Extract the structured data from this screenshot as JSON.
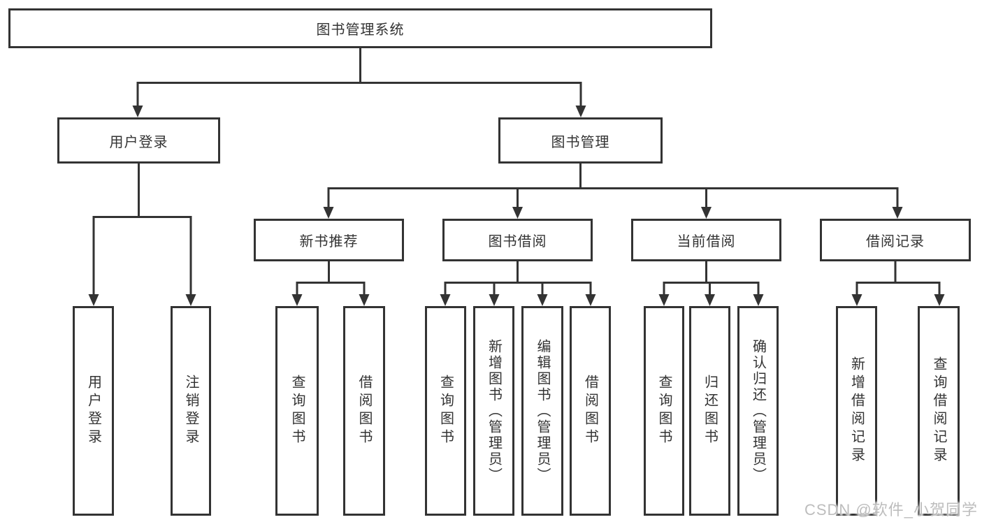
{
  "diagram": {
    "root": "图书管理系统",
    "level2": [
      "用户登录",
      "图书管理"
    ],
    "level3": [
      "新书推荐",
      "图书借阅",
      "当前借阅",
      "借阅记录"
    ],
    "leaves_user_login": [
      "用户登录",
      "注销登录"
    ],
    "leaves_new_book": [
      "查询图书",
      "借阅图书"
    ],
    "leaves_book_borrow": [
      "查询图书",
      "新增图书（管理员）",
      "编辑图书（管理员）",
      "借阅图书"
    ],
    "leaves_current_borrow": [
      "查询图书",
      "归还图书",
      "确认归还（管理员）"
    ],
    "leaves_borrow_record": [
      "新增借阅记录",
      "查询借阅记录"
    ]
  },
  "watermark": "CSDN @软件_小贺同学",
  "colors": {
    "line": "#333333",
    "box_border": "#333333",
    "text": "#333333",
    "watermark": "#bdbdbd",
    "background": "#ffffff"
  }
}
